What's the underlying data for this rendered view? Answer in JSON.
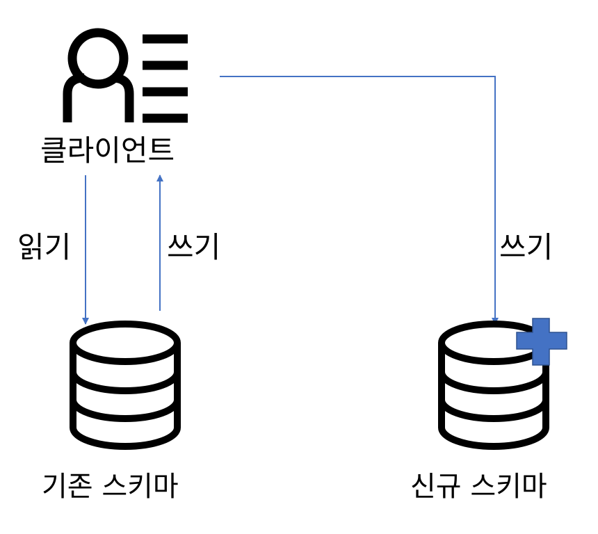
{
  "labels": {
    "client": "클라이언트",
    "read": "읽기",
    "write_old": "쓰기",
    "write_new": "쓰기",
    "old_schema": "기존 스키마",
    "new_schema": "신규 스키마"
  },
  "colors": {
    "arrow": "#4472C4",
    "plus": "#4472C4",
    "plus_border": "#2F528F",
    "stroke": "#000000"
  },
  "icons": {
    "client": "user-list-icon",
    "old_schema": "database-icon",
    "new_schema": "database-add-icon"
  }
}
